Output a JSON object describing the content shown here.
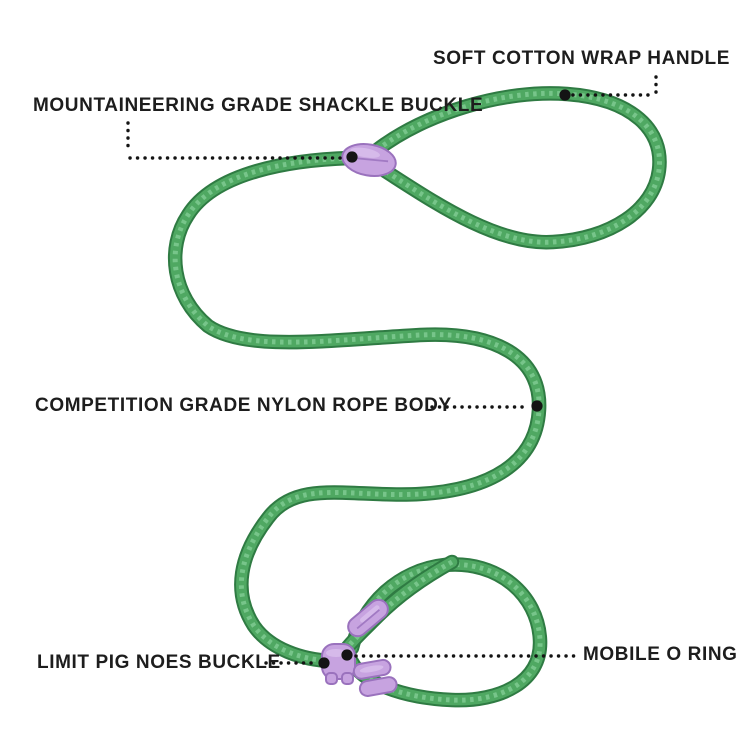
{
  "labels": {
    "handle": "SOFT COTTON WRAP HANDLE",
    "shackle_buckle": "MOUNTAINEERING GRADE SHACKLE BUCKLE",
    "rope_body": "COMPETITION GRADE NYLON ROPE BODY",
    "limit_buckle": "LIMIT PIG NOES BUCKLE",
    "o_ring": "MOBILE O RING"
  },
  "colors": {
    "rope_dark": "#2f7b43",
    "rope_mid": "#4fa862",
    "rope_light": "#8ed4a0",
    "purple": "#c7a3e0",
    "purple_dark": "#9a72bd",
    "purple_light": "#e2cdf2",
    "ink": "#141414",
    "text_color": "#1d1d1d",
    "bg": "#ffffff"
  }
}
